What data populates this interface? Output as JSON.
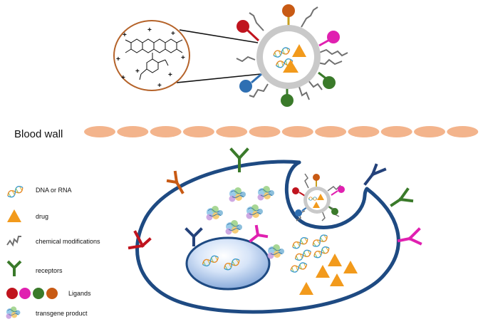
{
  "blood_wall": {
    "label": "Blood wall",
    "cell_color": "#f3b48c",
    "cell_count": 12
  },
  "legend": [
    {
      "key": "dna",
      "label": "DNA or RNA",
      "icon": "dna-helix-icon"
    },
    {
      "key": "drug",
      "label": "drug",
      "icon": "orange-triangle-icon"
    },
    {
      "key": "chem",
      "label": "chemical modifications",
      "icon": "zigzag-chain-icon"
    },
    {
      "key": "receptors",
      "label": "receptors",
      "icon": "y-receptor-icon"
    },
    {
      "key": "ligands",
      "label": "Ligands",
      "icon": "ligand-balls-icon"
    },
    {
      "key": "transgene",
      "label": "transgene product",
      "icon": "protein-blob-icon"
    }
  ],
  "colors": {
    "ligand_red": "#c0141e",
    "ligand_magenta": "#e020b0",
    "ligand_green": "#3a7a2a",
    "ligand_orange": "#c85a14",
    "ligand_blue": "#2f6fb2",
    "drug_orange": "#f29a1c",
    "cell_membrane": "#1e4a82",
    "nucleus_fill": "#b8cff0",
    "inset_border": "#b5632a",
    "chain_gray": "#707070",
    "receptor_navy": "#24427a"
  }
}
